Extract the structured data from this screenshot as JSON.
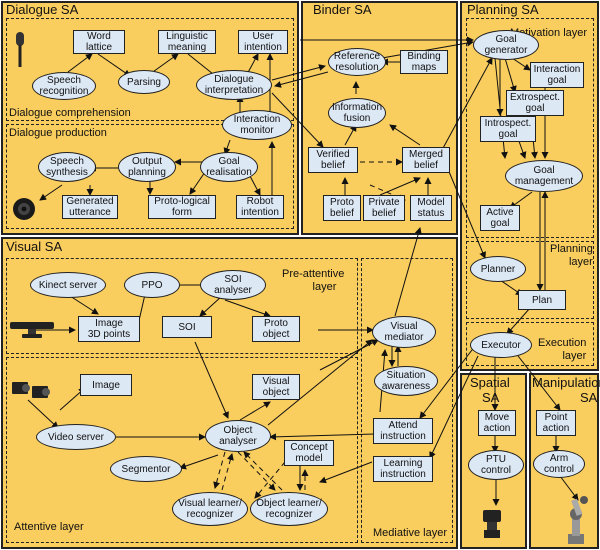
{
  "sa": {
    "dialogue": "Dialogue SA",
    "binder": "Binder SA",
    "planning": "Planning SA",
    "visual": "Visual SA",
    "spatial": "Spatial SA",
    "manipulation": "Manipulation SA"
  },
  "layers": {
    "dialogue_comprehension": "Dialogue comprehension",
    "dialogue_production": "Dialogue production",
    "motivation": "Motivation layer",
    "planning": "Planning layer",
    "execution": "Execution layer",
    "pre_attentive": "Pre-attentive layer",
    "attentive": "Attentive layer",
    "mediative": "Mediative layer"
  },
  "nodes": {
    "word_lattice": "Word\nlattice",
    "linguistic_meaning": "Linguistic\nmeaning",
    "user_intention": "User\nintention",
    "speech_recognition": "Speech\nrecognition",
    "parsing": "Parsing",
    "dialogue_interpretation": "Dialogue\ninterpretation",
    "interaction_monitor": "Interaction\nmonitor",
    "speech_synthesis": "Speech\nsynthesis",
    "output_planning": "Output\nplanning",
    "goal_realisation": "Goal\nrealisation",
    "generated_utterance": "Generated\nutterance",
    "proto_logical_form": "Proto-logical\nform",
    "robot_intention": "Robot\nintention",
    "reference_resolution": "Reference\nresolution",
    "binding_maps": "Binding\nmaps",
    "information_fusion": "Information\nfusion",
    "verified_belief": "Verified\nbelief",
    "merged_belief": "Merged\nbelief",
    "proto_belief": "Proto\nbelief",
    "private_belief": "Private\nbelief",
    "model_status": "Model\nstatus",
    "goal_generator": "Goal\ngenerator",
    "interaction_goal": "Interaction\ngoal",
    "extrospect_goal": "Extrospect.\ngoal",
    "introspect_goal": "Introspect.\ngoal",
    "goal_management": "Goal\nmanagement",
    "active_goal": "Active\ngoal",
    "planner": "Planner",
    "plan": "Plan",
    "executor": "Executor",
    "kinect_server": "Kinect server",
    "ppo": "PPO",
    "soi_analyser": "SOI\nanalyser",
    "image_3d_points": "Image\n3D points",
    "soi": "SOI",
    "proto_object": "Proto\nobject",
    "visual_mediator": "Visual\nmediator",
    "situation_awareness": "Situation\nawareness",
    "image": "Image",
    "visual_object": "Visual\nobject",
    "video_server": "Video server",
    "object_analyser": "Object\nanalyser",
    "attend_instruction": "Attend\ninstruction",
    "segmentor": "Segmentor",
    "concept_model": "Concept\nmodel",
    "learning_instruction": "Learning\ninstruction",
    "visual_learner": "Visual learner/\nrecognizer",
    "object_learner": "Object learner/\nrecognizer",
    "move_action": "Move\naction",
    "ptu_control": "PTU\ncontrol",
    "point_action": "Point\naction",
    "arm_control": "Arm\ncontrol"
  },
  "icons": [
    "microphone-icon",
    "speaker-icon",
    "kinect-icon",
    "cameras-icon",
    "pan-tilt-unit-icon",
    "robot-arm-icon"
  ]
}
